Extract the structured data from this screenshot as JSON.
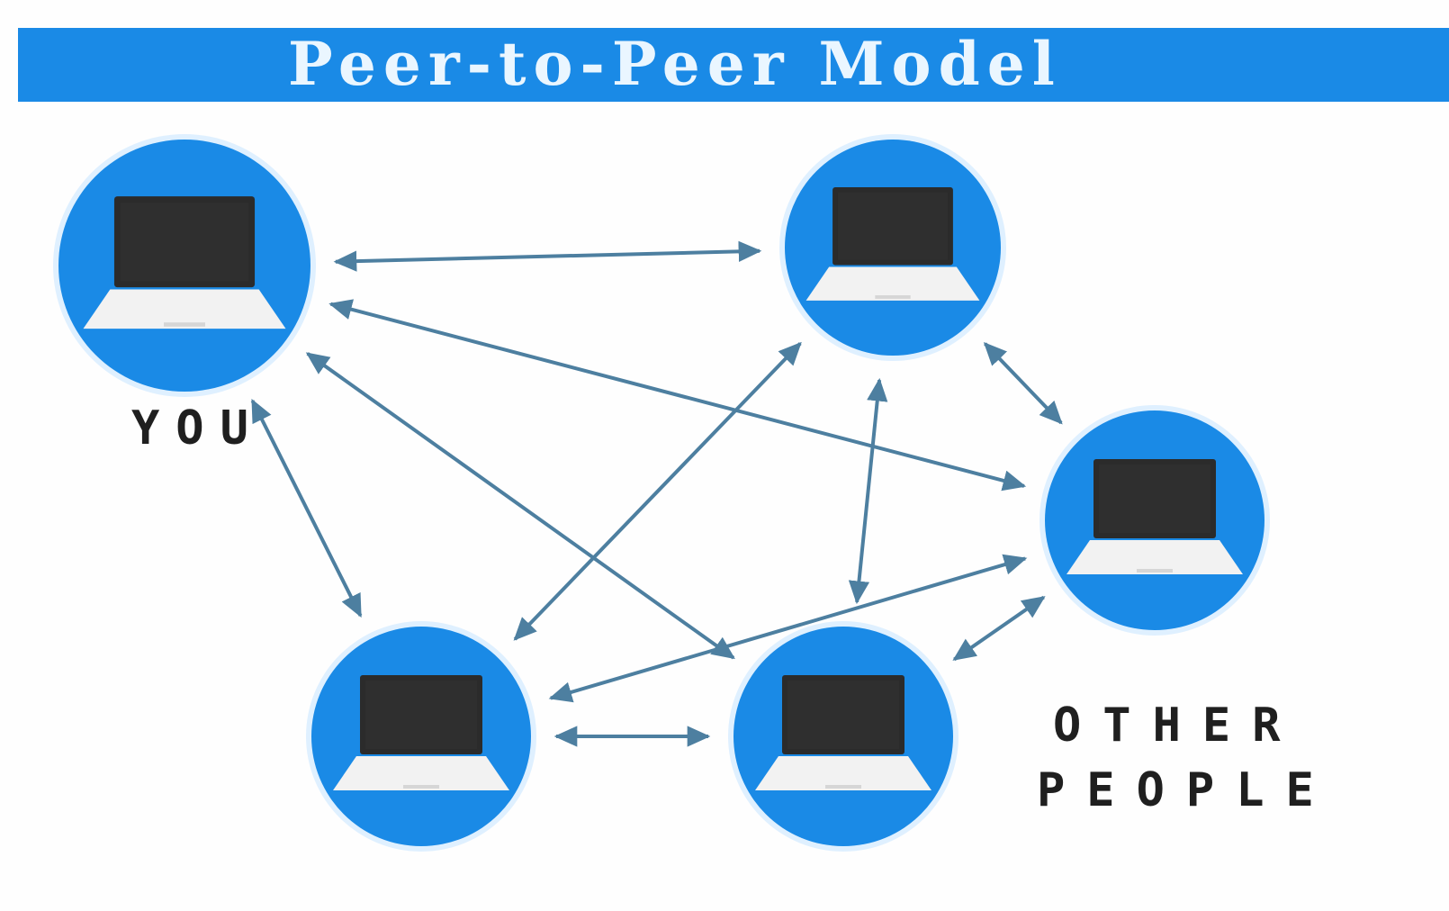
{
  "title": "Peer-to-Peer Model",
  "labels": {
    "you": "YOU",
    "other_line1": "OTHER",
    "other_line2": "PEOPLE"
  },
  "colors": {
    "accent": "#1a8ae6",
    "node_fill": "#1a8ae6",
    "arrow": "#4d7fa0",
    "screen": "#2b2b2b",
    "keyboard": "#f2f2f2"
  },
  "nodes": [
    {
      "id": "you",
      "icon": "laptop-icon"
    },
    {
      "id": "peer-top",
      "icon": "laptop-icon"
    },
    {
      "id": "peer-right",
      "icon": "laptop-icon"
    },
    {
      "id": "peer-bottom-left",
      "icon": "laptop-icon"
    },
    {
      "id": "peer-bottom-mid",
      "icon": "laptop-icon"
    }
  ],
  "connections": [
    {
      "from": "you",
      "to": "peer-top"
    },
    {
      "from": "you",
      "to": "peer-right"
    },
    {
      "from": "you",
      "to": "peer-bottom-left"
    },
    {
      "from": "you",
      "to": "peer-bottom-mid"
    },
    {
      "from": "peer-top",
      "to": "peer-right"
    },
    {
      "from": "peer-top",
      "to": "peer-bottom-left"
    },
    {
      "from": "peer-top",
      "to": "peer-bottom-mid"
    },
    {
      "from": "peer-right",
      "to": "peer-bottom-left"
    },
    {
      "from": "peer-right",
      "to": "peer-bottom-mid"
    },
    {
      "from": "peer-bottom-left",
      "to": "peer-bottom-mid"
    }
  ]
}
